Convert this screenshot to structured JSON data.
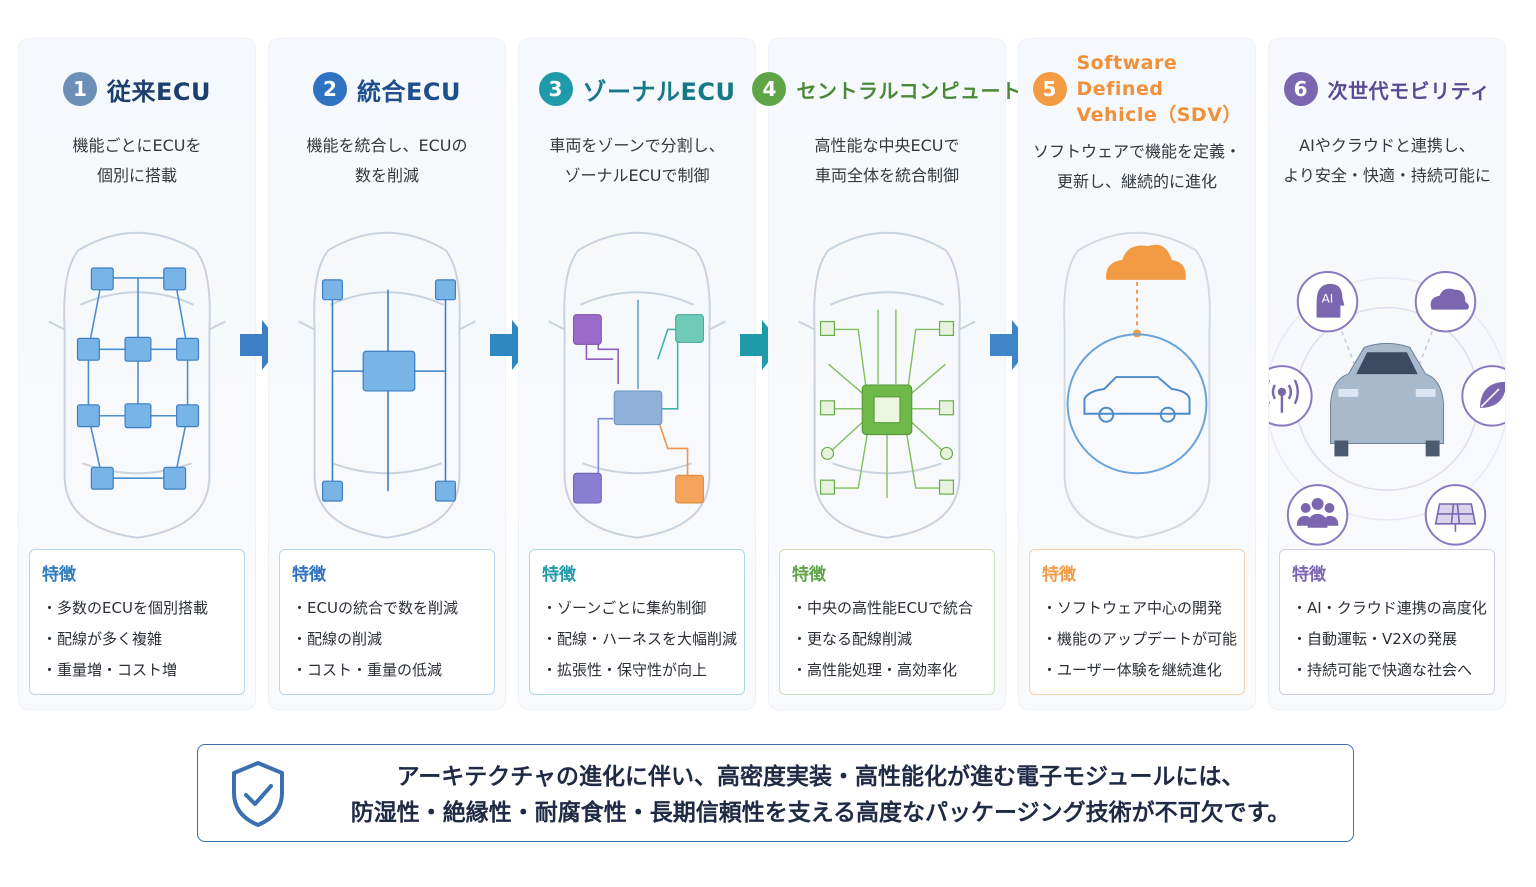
{
  "cards": [
    {
      "num": "1",
      "title": "従来ECU",
      "color": "#6c8fb8",
      "accent": "#2e7bbf",
      "desc": [
        "機能ごとにECUを",
        "個別に搭載"
      ],
      "feature_title": "特徴",
      "features": [
        "多数のECUを個別搭載",
        "配線が多く複雑",
        "重量増・コスト増"
      ]
    },
    {
      "num": "2",
      "title": "統合ECU",
      "color": "#2f72bf",
      "accent": "#2f72bf",
      "desc": [
        "機能を統合し、ECUの",
        "数を削減"
      ],
      "feature_title": "特徴",
      "features": [
        "ECUの統合で数を削減",
        "配線の削減",
        "コスト・重量の低減"
      ]
    },
    {
      "num": "3",
      "title": "ゾーナルECU",
      "color": "#1f9aa8",
      "accent": "#1f9aa8",
      "desc": [
        "車両をゾーンで分割し、",
        "ゾーナルECUで制御"
      ],
      "feature_title": "特徴",
      "features": [
        "ゾーンごとに集約制御",
        "配線・ハーネスを大幅削減",
        "拡張性・保守性が向上"
      ]
    },
    {
      "num": "4",
      "title": "セントラルコンピュート",
      "color": "#5fa548",
      "accent": "#5fa548",
      "desc": [
        "高性能な中央ECUで",
        "車両全体を統合制御"
      ],
      "feature_title": "特徴",
      "features": [
        "中央の高性能ECUで統合",
        "更なる配線削減",
        "高性能処理・高効率化"
      ]
    },
    {
      "num": "5",
      "title": "Software Defined Vehicle（SDV）",
      "color": "#f39a45",
      "accent": "#f39a45",
      "desc": [
        "ソフトウェアで機能を定義・",
        "更新し、継続的に進化"
      ],
      "feature_title": "特徴",
      "features": [
        "ソフトウェア中心の開発",
        "機能のアップデートが可能",
        "ユーザー体験を継続進化"
      ]
    },
    {
      "num": "6",
      "title": "次世代モビリティ",
      "color": "#7a67b0",
      "accent": "#7a67b0",
      "desc": [
        "AIやクラウドと連携し、",
        "より安全・快適・持続可能に"
      ],
      "feature_title": "特徴",
      "features": [
        "AI・クラウド連携の高度化",
        "自動運転・V2Xの発展",
        "持続可能で快適な社会へ"
      ]
    }
  ],
  "icons": {
    "ai": "AI",
    "footer": "shield-check-icon"
  },
  "footer": {
    "line1": "アーキテクチャの進化に伴い、高密度実装・高性能化が進む電子モジュールには、",
    "line2": "防湿性・絶縁性・耐腐食性・長期信頼性を支える高度なパッケージング技術が不可欠です。"
  }
}
